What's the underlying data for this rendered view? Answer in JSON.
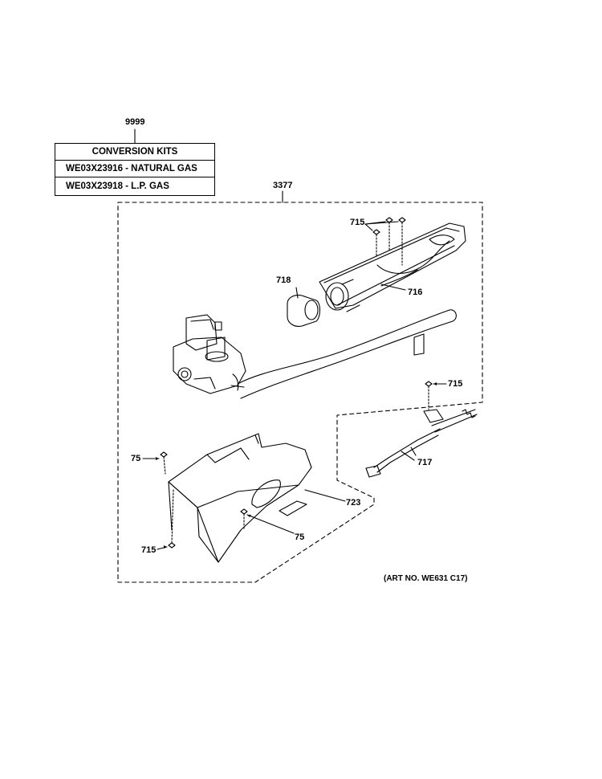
{
  "conversion_kits": {
    "callout": "9999",
    "header": "CONVERSION KITS",
    "items": [
      "WE03X23916 - NATURAL GAS",
      "WE03X23918 - L.P. GAS"
    ]
  },
  "assembly_callout": "3377",
  "part_labels": {
    "p715_top": "715",
    "p716": "716",
    "p718": "718",
    "p715_mid": "715",
    "p717": "717",
    "p75_left": "75",
    "p723": "723",
    "p75_bottom": "75",
    "p715_bottom": "715"
  },
  "art_number": "(ART NO. WE631 C17)",
  "colors": {
    "line": "#000000",
    "background": "#ffffff"
  }
}
